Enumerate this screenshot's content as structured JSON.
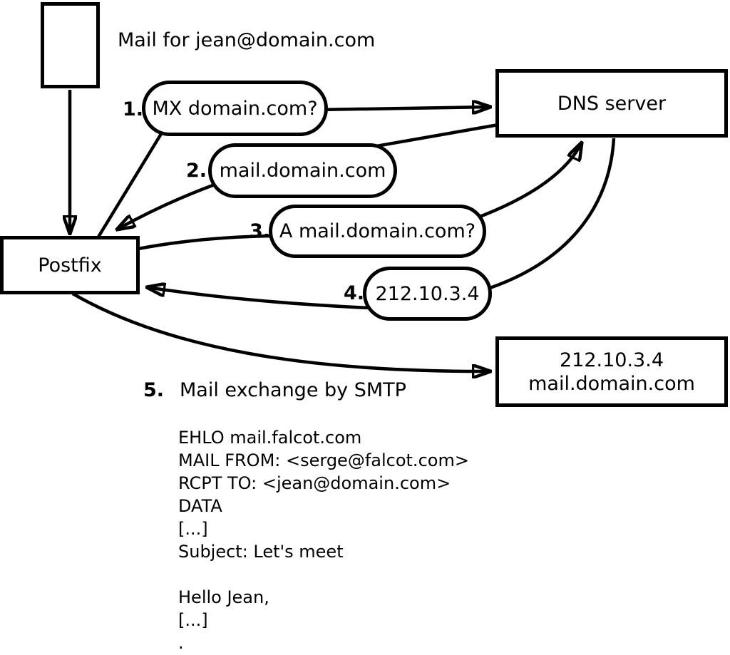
{
  "sender": {
    "mail_label": "Mail for jean@domain.com"
  },
  "nodes": {
    "postfix": "Postfix",
    "dns": "DNS server",
    "mailserver_line1": "212.10.3.4",
    "mailserver_line2": "mail.domain.com"
  },
  "steps": [
    {
      "num": "1.",
      "label": "MX domain.com?"
    },
    {
      "num": "2.",
      "label": "mail.domain.com"
    },
    {
      "num": "3.",
      "label": "A mail.domain.com?"
    },
    {
      "num": "4.",
      "label": "212.10.3.4"
    },
    {
      "num": "5.",
      "label": "Mail exchange by SMTP"
    }
  ],
  "smtp_session": {
    "lines": [
      "EHLO mail.falcot.com",
      "MAIL FROM: <serge@falcot.com>",
      "RCPT TO: <jean@domain.com>",
      "DATA",
      "[...]",
      "Subject: Let's meet",
      "",
      "Hello Jean,",
      "[...]",
      "."
    ]
  },
  "colors": {
    "stroke": "#000000",
    "background": "#ffffff"
  }
}
